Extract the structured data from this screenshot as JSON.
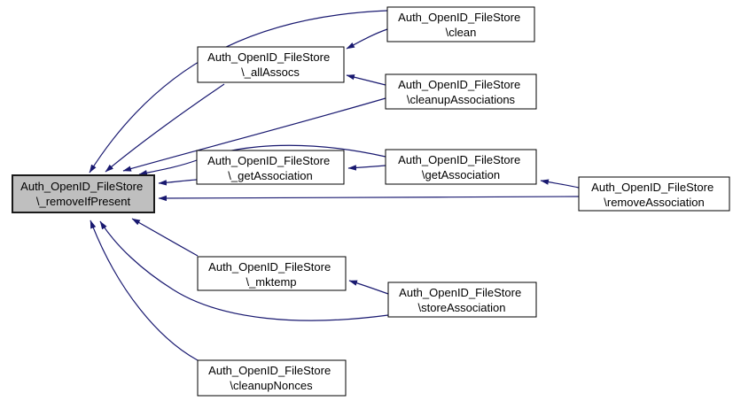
{
  "diagram": {
    "type": "caller-graph",
    "colors": {
      "edge": "#191970",
      "node_border": "#000000",
      "node_fill": "#ffffff",
      "highlight_fill": "#bfbfbf",
      "background": "#ffffff",
      "text": "#000000"
    },
    "nodes": {
      "remove_if_present": {
        "line1": "Auth_OpenID_FileStore",
        "line2": "\\_removeIfPresent",
        "highlighted": true
      },
      "all_assocs": {
        "line1": "Auth_OpenID_FileStore",
        "line2": "\\_allAssocs",
        "highlighted": false
      },
      "clean": {
        "line1": "Auth_OpenID_FileStore",
        "line2": "\\clean",
        "highlighted": false
      },
      "cleanup_associations": {
        "line1": "Auth_OpenID_FileStore",
        "line2": "\\cleanupAssociations",
        "highlighted": false
      },
      "get_association_private": {
        "line1": "Auth_OpenID_FileStore",
        "line2": "\\_getAssociation",
        "highlighted": false
      },
      "get_association": {
        "line1": "Auth_OpenID_FileStore",
        "line2": "\\getAssociation",
        "highlighted": false
      },
      "remove_association": {
        "line1": "Auth_OpenID_FileStore",
        "line2": "\\removeAssociation",
        "highlighted": false
      },
      "mktemp": {
        "line1": "Auth_OpenID_FileStore",
        "line2": "\\_mktemp",
        "highlighted": false
      },
      "store_association": {
        "line1": "Auth_OpenID_FileStore",
        "line2": "\\storeAssociation",
        "highlighted": false
      },
      "cleanup_nonces": {
        "line1": "Auth_OpenID_FileStore",
        "line2": "\\cleanupNonces",
        "highlighted": false
      }
    },
    "edges": [
      {
        "from": "clean",
        "to": "all_assocs"
      },
      {
        "from": "cleanup_associations",
        "to": "all_assocs"
      },
      {
        "from": "clean",
        "to": "remove_if_present"
      },
      {
        "from": "all_assocs",
        "to": "remove_if_present"
      },
      {
        "from": "cleanup_associations",
        "to": "remove_if_present"
      },
      {
        "from": "get_association",
        "to": "remove_if_present"
      },
      {
        "from": "get_association",
        "to": "get_association_private"
      },
      {
        "from": "remove_association",
        "to": "get_association"
      },
      {
        "from": "get_association_private",
        "to": "remove_if_present"
      },
      {
        "from": "remove_association",
        "to": "remove_if_present"
      },
      {
        "from": "store_association",
        "to": "mktemp"
      },
      {
        "from": "mktemp",
        "to": "remove_if_present"
      },
      {
        "from": "store_association",
        "to": "remove_if_present"
      },
      {
        "from": "cleanup_nonces",
        "to": "remove_if_present"
      }
    ]
  }
}
